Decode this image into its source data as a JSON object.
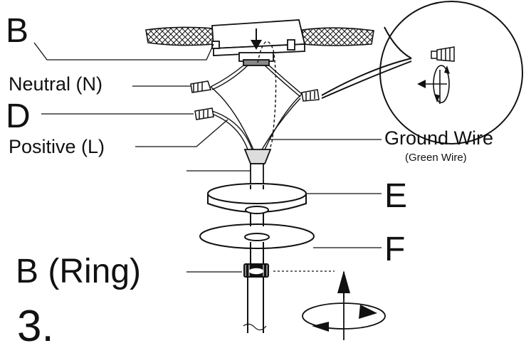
{
  "labels": {
    "b_top": "B",
    "neutral": "Neutral (N)",
    "d": "D",
    "positive": "Positive (L)",
    "ground": "Ground Wire",
    "ground_sub": "(Green Wire)",
    "e": "E",
    "f": "F",
    "b_ring": "B (Ring)",
    "step": "3."
  },
  "colors": {
    "line": "#111111",
    "ceiling_hatch": "#111111",
    "background": "#ffffff"
  }
}
